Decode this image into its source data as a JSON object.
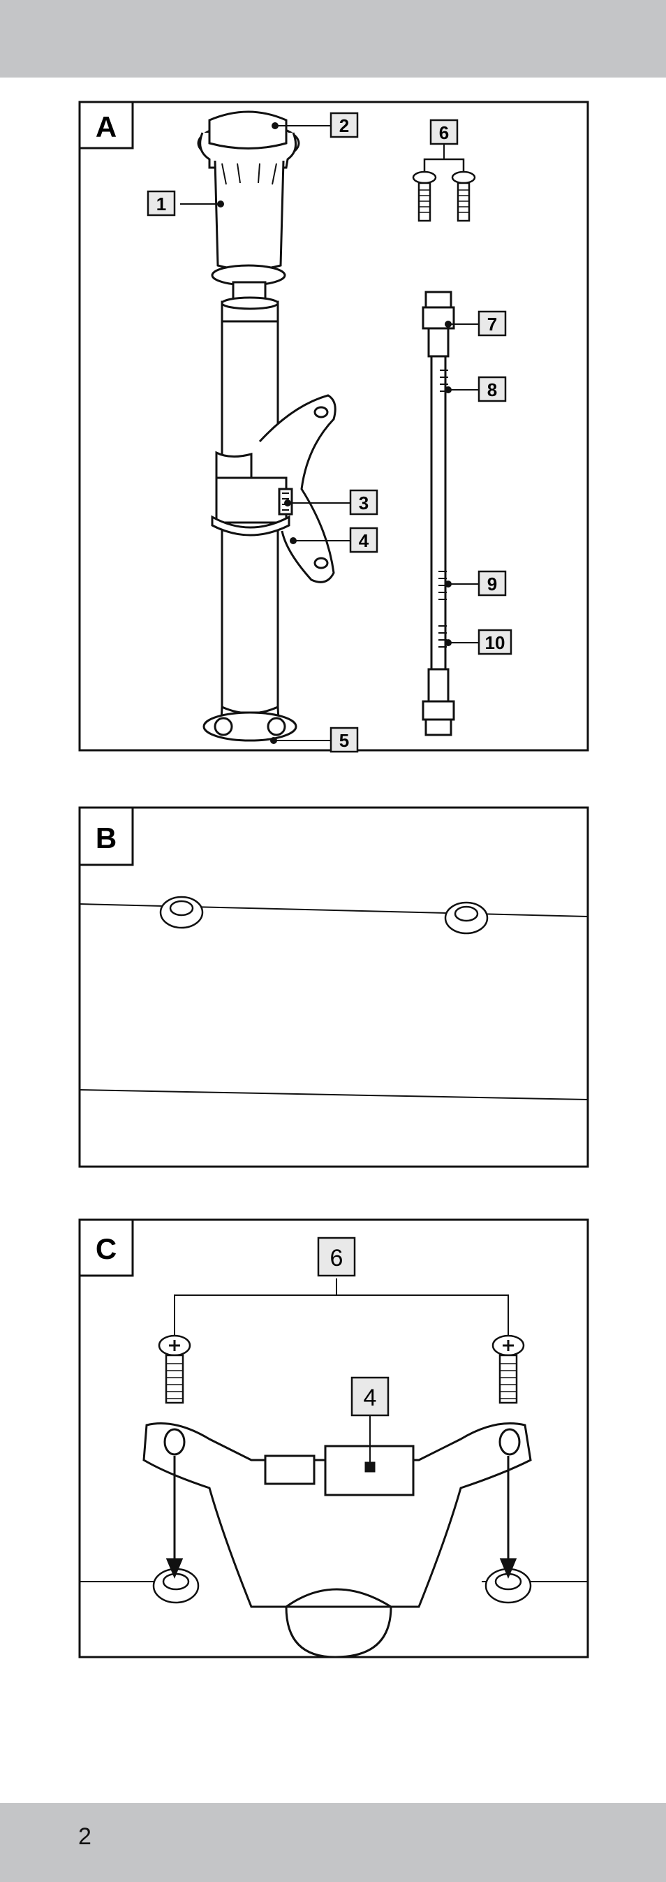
{
  "page_number": "2",
  "figures": {
    "A": {
      "letter": "A",
      "callouts": [
        "1",
        "2",
        "3",
        "4",
        "5",
        "6",
        "7",
        "8",
        "9",
        "10"
      ]
    },
    "B": {
      "letter": "B"
    },
    "C": {
      "letter": "C",
      "callouts": [
        "6",
        "4"
      ]
    }
  }
}
